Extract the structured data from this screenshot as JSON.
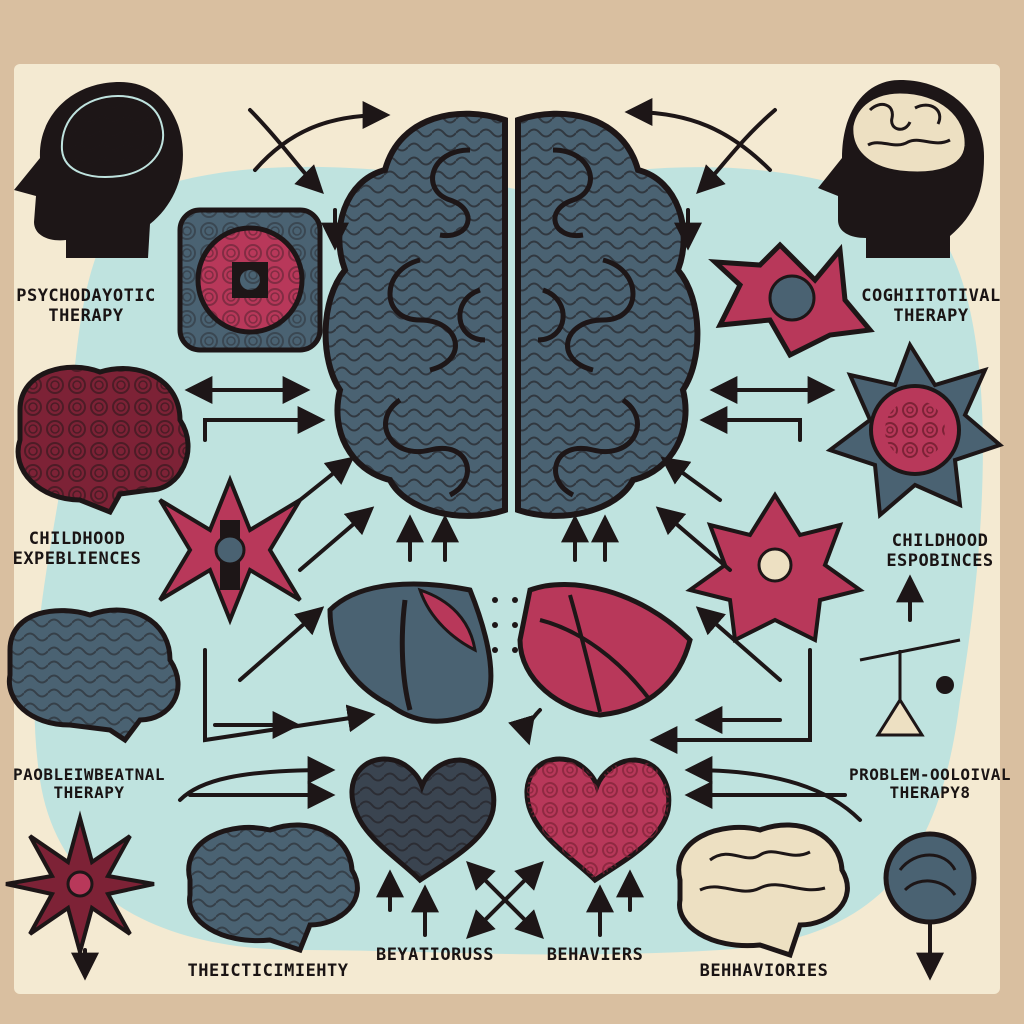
{
  "labels": {
    "top_left": {
      "line1": "PSYCHODAYOTIC",
      "line2": "THERAPY"
    },
    "top_right": {
      "line1": "COGHIITOTIVAL",
      "line2": "THERAPY"
    },
    "mid_left": {
      "line1": "CHILDHOOD",
      "line2": "EXPEBLIENCES"
    },
    "mid_right": {
      "line1": "CHILDHOOD",
      "line2": "ESPOBINCES"
    },
    "low_left": {
      "line1": "PAOBLEIWBEATNAL",
      "line2": "THERAPY"
    },
    "low_right": {
      "line1": "PROBLEM-OOLOIVAL",
      "line2": "THERAPY8"
    },
    "bottom_1": "THEICTICIMIEHTY",
    "bottom_2": "BEYATIORUSS",
    "bottom_3": "BEHAVIERS",
    "bottom_4": "BEHHAVIORIES"
  },
  "colors": {
    "paper": "#f4ead2",
    "border": "#d9bfa0",
    "wash": "#bfe3df",
    "ink": "#1d1617",
    "slate": "#4a6272",
    "crimson": "#b8385a",
    "deep_red": "#7d2236",
    "cream": "#ede0c2"
  }
}
